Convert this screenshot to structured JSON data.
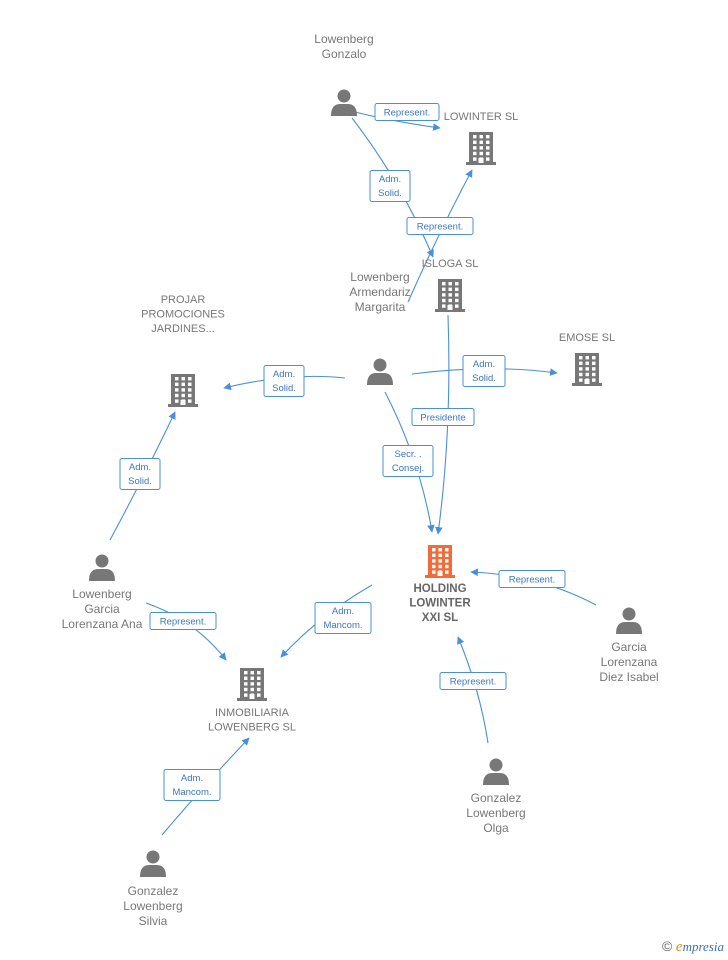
{
  "colors": {
    "edge": "#4a90d9",
    "node": "#777777",
    "focus": "#f26b3a"
  },
  "nodes": [
    {
      "id": "n_gonzalo",
      "kind": "person",
      "label": [
        "Lowenberg",
        "Gonzalo"
      ]
    },
    {
      "id": "n_lowinter",
      "kind": "company",
      "label": [
        "LOWINTER SL"
      ]
    },
    {
      "id": "n_isloga",
      "kind": "company",
      "label": [
        "ISLOGA SL"
      ]
    },
    {
      "id": "n_margarita",
      "kind": "person",
      "label": [
        "Lowenberg",
        "Armendariz",
        "Margarita"
      ]
    },
    {
      "id": "n_projar",
      "kind": "company",
      "label": [
        "PROJAR",
        "PROMOCIONES",
        "JARDINES..."
      ]
    },
    {
      "id": "n_emose",
      "kind": "company",
      "label": [
        "EMOSE SL"
      ]
    },
    {
      "id": "n_holding",
      "kind": "company",
      "main": true,
      "label": [
        "HOLDING",
        "LOWINTER",
        "XXI  SL"
      ]
    },
    {
      "id": "n_ana",
      "kind": "person",
      "label": [
        "Lowenberg",
        "Garcia",
        "Lorenzana Ana"
      ]
    },
    {
      "id": "n_isabel",
      "kind": "person",
      "label": [
        "Garcia",
        "Lorenzana",
        "Diez Isabel"
      ]
    },
    {
      "id": "n_inmob",
      "kind": "company",
      "label": [
        "INMOBILIARIA",
        "LOWENBERG SL"
      ]
    },
    {
      "id": "n_olga",
      "kind": "person",
      "label": [
        "Gonzalez",
        "Lowenberg",
        "Olga"
      ]
    },
    {
      "id": "n_silvia",
      "kind": "person",
      "label": [
        "Gonzalez",
        "Lowenberg",
        "Silvia"
      ]
    }
  ],
  "edges": [
    {
      "id": "e1",
      "label": [
        "Represent."
      ]
    },
    {
      "id": "e2",
      "label": [
        "Adm.",
        "Solid."
      ]
    },
    {
      "id": "e3",
      "label": [
        "Represent."
      ]
    },
    {
      "id": "e4",
      "label": [
        "Adm.",
        "Solid."
      ]
    },
    {
      "id": "e5",
      "label": [
        "Adm.",
        "Solid."
      ]
    },
    {
      "id": "e6",
      "label": [
        "Presidente"
      ]
    },
    {
      "id": "e7",
      "label": [
        "Secr. .",
        "Consej."
      ]
    },
    {
      "id": "e8",
      "label": [
        "Adm.",
        "Solid."
      ]
    },
    {
      "id": "e9",
      "label": [
        "Represent."
      ]
    },
    {
      "id": "e10",
      "label": [
        "Adm.",
        "Mancom."
      ]
    },
    {
      "id": "e11",
      "label": [
        "Represent."
      ]
    },
    {
      "id": "e12",
      "label": [
        "Represent."
      ]
    },
    {
      "id": "e13",
      "label": [
        "Adm.",
        "Mancom."
      ]
    }
  ],
  "watermark": {
    "copyright": "©",
    "brand_first": "e",
    "brand_rest": "mpresia"
  }
}
